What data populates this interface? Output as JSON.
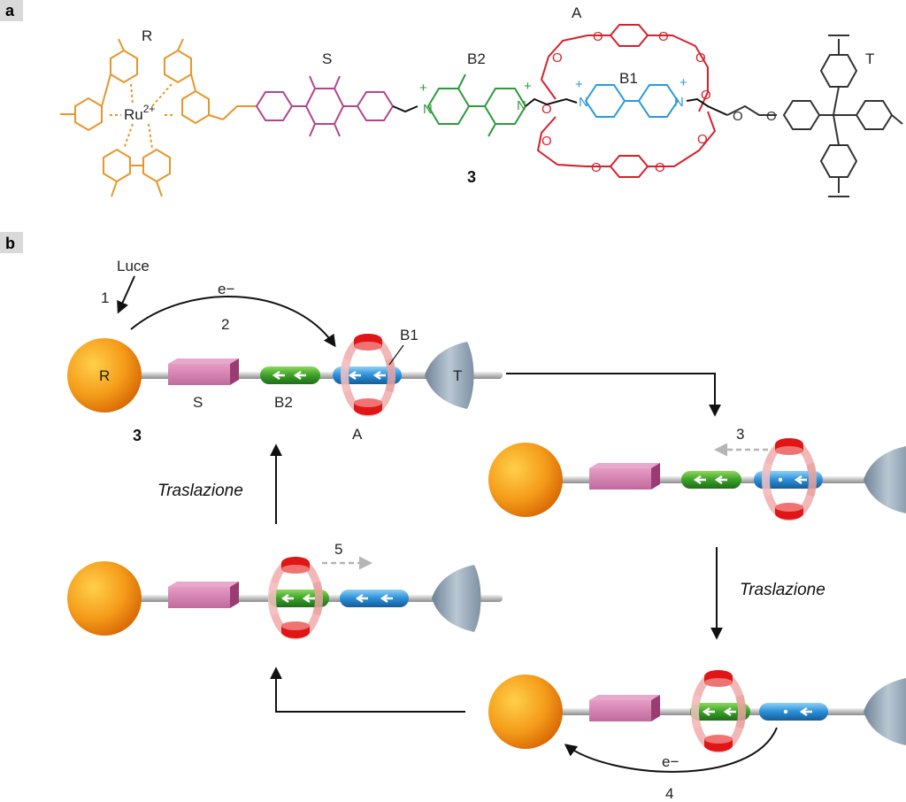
{
  "panel_a": {
    "label": "a",
    "compound_number": "3",
    "fragments": {
      "R": "R",
      "S": "S",
      "B2": "B2",
      "A": "A",
      "B1": "B1",
      "T": "T"
    },
    "ru_atom": "Ru",
    "ru_charge": "2+",
    "n_label": "N",
    "o_label": "O",
    "plus": "+",
    "colors": {
      "R": "#e8962a",
      "S": "#b0458f",
      "B2": "#2e9a3a",
      "A": "#d8202a",
      "B1": "#2a9ad8",
      "T": "#333333"
    }
  },
  "panel_b": {
    "label": "b",
    "light_label": "Luce",
    "electron_label": "e−",
    "translation_label": "Traslazione",
    "compound_number": "3",
    "step_numbers": {
      "s1": "1",
      "s2": "2",
      "s3": "3",
      "s4": "4",
      "s5": "5"
    },
    "component_labels": {
      "R": "R",
      "S": "S",
      "B2": "B2",
      "B1": "B1",
      "A": "A",
      "T": "T"
    },
    "colors": {
      "R": "#f08a10",
      "S": "#c8629a",
      "B2": "#3aa02a",
      "B1": "#2a8ed8",
      "A": "#e05050",
      "T": "#8a9cae"
    }
  }
}
